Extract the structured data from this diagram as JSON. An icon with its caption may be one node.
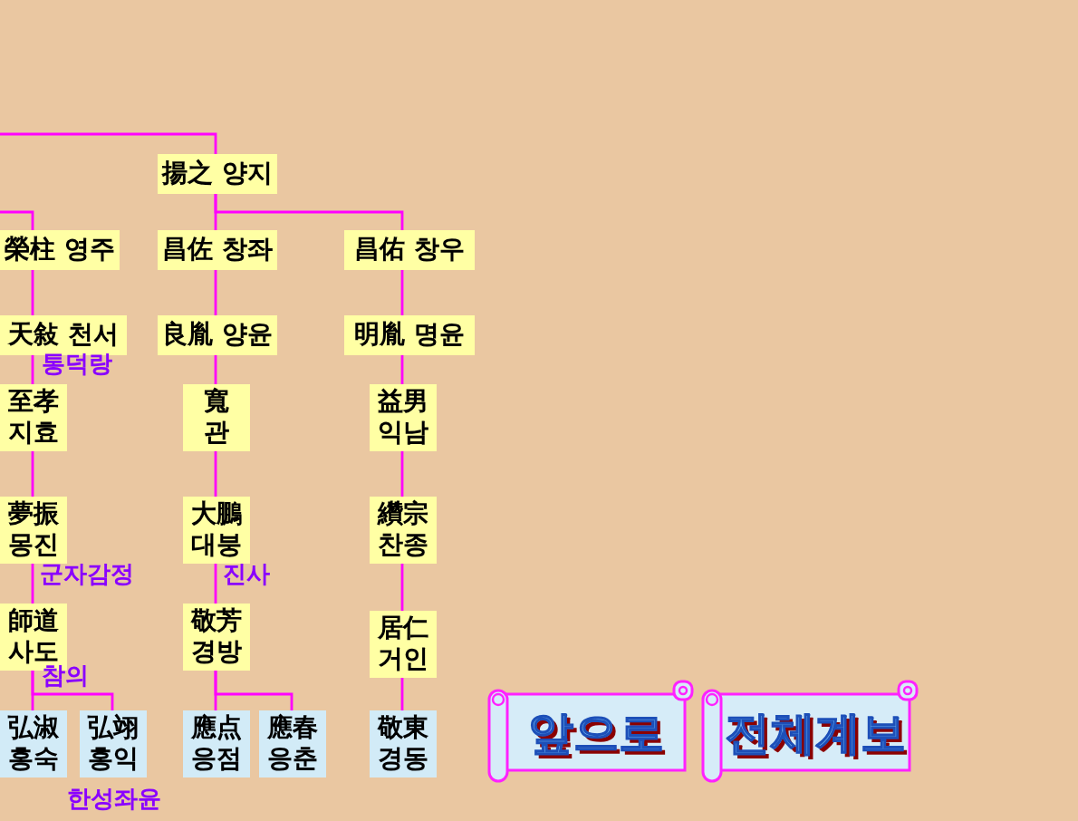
{
  "diagram": {
    "nodes": [
      {
        "text": [
          "揚之 양지"
        ]
      },
      {
        "text": [
          "榮柱 영주"
        ]
      },
      {
        "text": [
          "昌佐 창좌"
        ]
      },
      {
        "text": [
          "昌佑 창우"
        ]
      },
      {
        "text": [
          "天敍 천서"
        ],
        "beside": [
          "통덕랑"
        ]
      },
      {
        "text": [
          "良胤 양윤"
        ]
      },
      {
        "text": [
          "明胤 명윤"
        ]
      },
      {
        "text": [
          "至孝 지효"
        ]
      },
      {
        "text": [
          "寬 관"
        ]
      },
      {
        "text": [
          "益男 익남"
        ]
      },
      {
        "text": [
          "夢振 몽진"
        ],
        "beside": [
          "군자감정"
        ]
      },
      {
        "text": [
          "大鵬 대붕"
        ],
        "beside": [
          "진사"
        ]
      },
      {
        "text": [
          "纘宗 찬종"
        ]
      },
      {
        "text": [
          "師道 사도"
        ],
        "beside": [
          "참의"
        ]
      },
      {
        "text": [
          "敬芳 경방"
        ]
      },
      {
        "text": [
          "居仁 거인"
        ]
      },
      {
        "text": [
          "弘淑 홍숙"
        ]
      },
      {
        "text": [
          "弘翊 홍익"
        ],
        "beside": [
          "한성좌윤"
        ]
      },
      {
        "text": [
          "應点 응점"
        ]
      },
      {
        "text": [
          "應春 응춘"
        ]
      },
      {
        "text": [
          "敬東 경동"
        ]
      }
    ],
    "edges": [
      {
        "from": null,
        "to": 0,
        "arrow": "none"
      },
      {
        "from": null,
        "to": 1,
        "arrow": "none"
      },
      {
        "from": 0,
        "to": 2,
        "arrow": "none"
      },
      {
        "from": 0,
        "to": 3,
        "arrow": "none"
      },
      {
        "from": 1,
        "to": 4,
        "arrow": "none"
      },
      {
        "from": 2,
        "to": 5,
        "arrow": "none"
      },
      {
        "from": 3,
        "to": 6,
        "arrow": "none"
      },
      {
        "from": 4,
        "to": 7,
        "arrow": "none"
      },
      {
        "from": 5,
        "to": 8,
        "arrow": "none"
      },
      {
        "from": 6,
        "to": 9,
        "arrow": "none"
      },
      {
        "from": 7,
        "to": 10,
        "arrow": "none"
      },
      {
        "from": 8,
        "to": 11,
        "arrow": "none"
      },
      {
        "from": 9,
        "to": 12,
        "arrow": "none"
      },
      {
        "from": 10,
        "to": 13,
        "arrow": "none"
      },
      {
        "from": 11,
        "to": 14,
        "arrow": "none"
      },
      {
        "from": 12,
        "to": 15,
        "arrow": "none"
      },
      {
        "from": 13,
        "to": 16,
        "arrow": "none"
      },
      {
        "from": 13,
        "to": 17,
        "arrow": "none"
      },
      {
        "from": 14,
        "to": 18,
        "arrow": "none"
      },
      {
        "from": 14,
        "to": 19,
        "arrow": "none"
      },
      {
        "from": 15,
        "to": 20,
        "arrow": "none"
      }
    ],
    "labels": [
      "앞으로",
      "전체계보"
    ]
  }
}
